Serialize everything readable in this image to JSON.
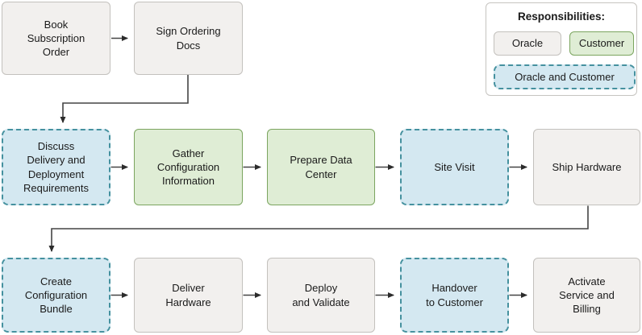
{
  "legend": {
    "title": "Responsibilities:",
    "items": [
      {
        "label": "Oracle",
        "type": "oracle"
      },
      {
        "label": "Customer",
        "type": "customer"
      },
      {
        "label": "Oracle and Customer",
        "type": "both"
      }
    ]
  },
  "colors": {
    "oracle_fill": "#f2f0ee",
    "oracle_border": "#c3c1bd",
    "customer_fill": "#dfedd5",
    "customer_border": "#7ba55f",
    "both_fill": "#d4e8f1",
    "both_border": "#45919f",
    "arrow": "#444444",
    "text": "#1a1a1a"
  },
  "flow": {
    "row1": [
      {
        "label": "Book\nSubscription\nOrder",
        "type": "oracle"
      },
      {
        "label": "Sign Ordering\nDocs",
        "type": "oracle"
      }
    ],
    "row2": [
      {
        "label": "Discuss\nDelivery and\nDeployment\nRequirements",
        "type": "both"
      },
      {
        "label": "Gather\nConfiguration\nInformation",
        "type": "customer"
      },
      {
        "label": "Prepare Data\nCenter",
        "type": "customer"
      },
      {
        "label": "Site Visit",
        "type": "both"
      },
      {
        "label": "Ship Hardware",
        "type": "oracle"
      }
    ],
    "row3": [
      {
        "label": "Create\nConfiguration\nBundle",
        "type": "both"
      },
      {
        "label": "Deliver\nHardware",
        "type": "oracle"
      },
      {
        "label": "Deploy\nand Validate",
        "type": "oracle"
      },
      {
        "label": "Handover\nto Customer",
        "type": "both"
      },
      {
        "label": "Activate\nService and\nBilling",
        "type": "oracle"
      }
    ]
  }
}
